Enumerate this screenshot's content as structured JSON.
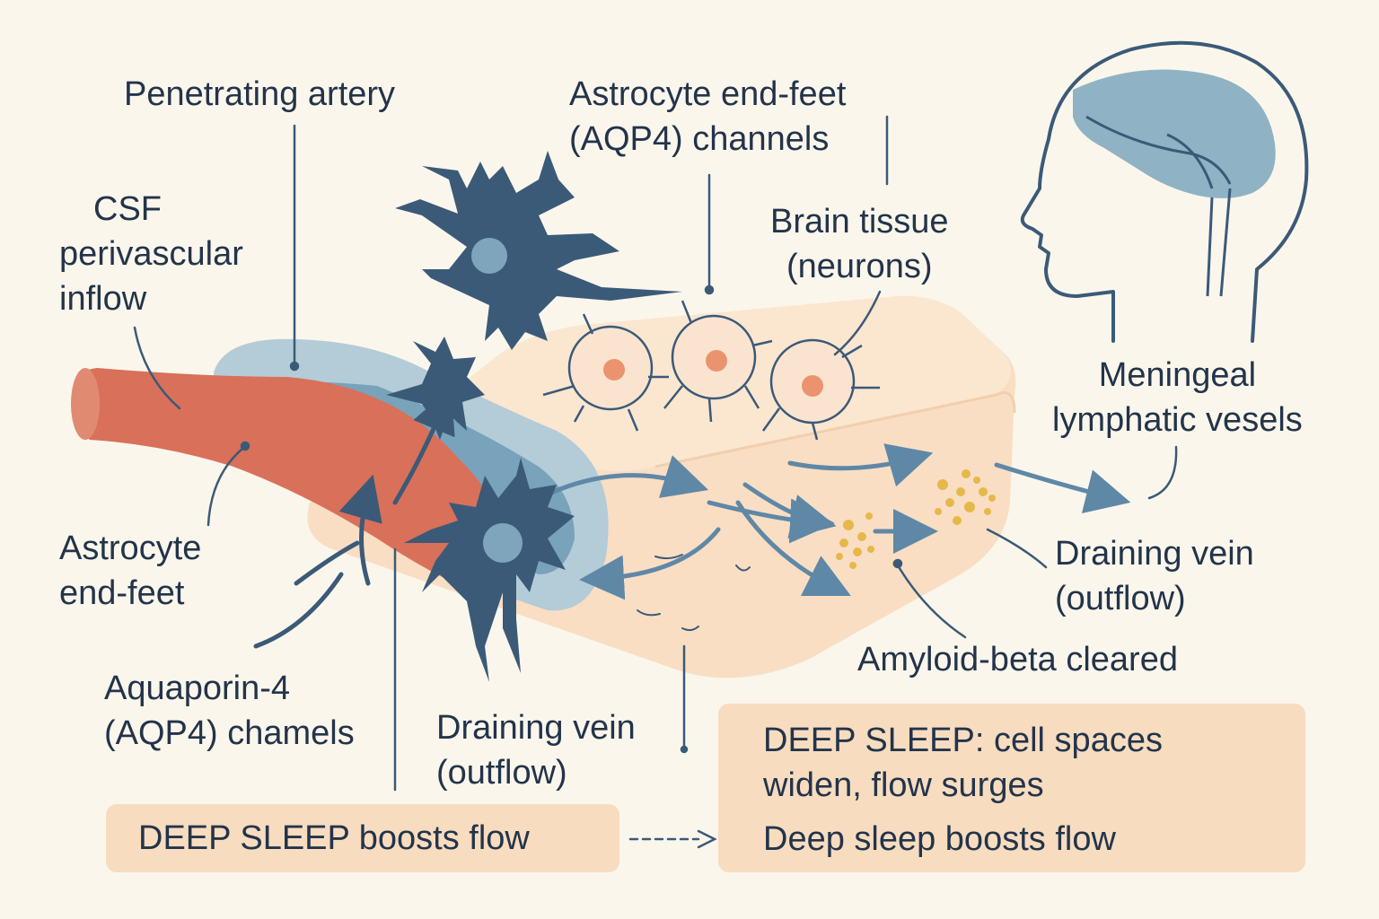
{
  "labels": {
    "penetrating_artery": "Penetrating artery",
    "astrocyte_endfeet_top": [
      "Astrocyte end-feet",
      "(AQP4) channels"
    ],
    "brain_tissue": [
      "Brain tissue",
      "(neurons)"
    ],
    "csf_inflow": [
      "CSF",
      "perivascular",
      "inflow"
    ],
    "meningeal": [
      "Meningeal",
      "lymphatic vesels"
    ],
    "astrocyte_endfeet_left": [
      "Astrocyte",
      "end-feet"
    ],
    "draining_vein_right": [
      "Draining vein",
      "(outflow)"
    ],
    "amyloid": "Amyloid-beta cleared",
    "aquaporin": [
      "Aquaporin-4",
      "(AQP4) chamels"
    ],
    "draining_vein_bottom": [
      "Draining vein",
      "(outflow)"
    ]
  },
  "callouts": {
    "left_box": "DEEP SLEEP boosts flow",
    "right_box": [
      "DEEP SLEEP: cell spaces",
      "widen, flow surges",
      "Deep sleep boosts flow"
    ]
  },
  "colors": {
    "background": "#fbf6ec",
    "ink": "#23344a",
    "artery": "#d7705a",
    "csf_sheath": "#a9c7d3",
    "csf_inner": "#6f9bb5",
    "astrocyte": "#3b5a78",
    "tissue": "#f8dcc0",
    "amyloid": "#e6b84a",
    "callout": "#f7dcc0"
  }
}
